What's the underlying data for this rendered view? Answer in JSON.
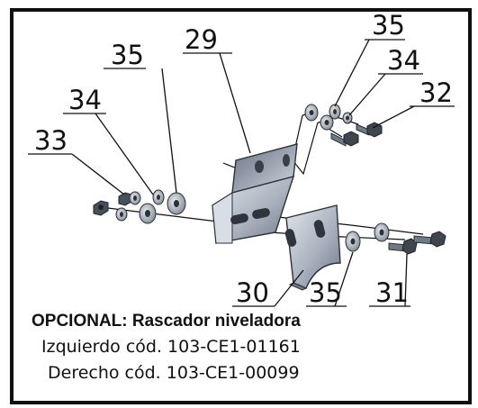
{
  "callouts": {
    "c29": "29",
    "c35_top_right": "35",
    "c34_top_right": "34",
    "c32": "32",
    "c35_left": "35",
    "c34_left": "34",
    "c33": "33",
    "c30": "30",
    "c35_bottom": "35",
    "c31": "31"
  },
  "caption": {
    "title": "OPCIONAL: Rascador niveladora",
    "line1": "Izquierdo cód. 103-CE1-01161",
    "line2": "Derecho cód. 103-CE1-00099"
  },
  "colors": {
    "frame": "#111111",
    "plate_dark": "#5a6371",
    "plate_light": "#c5cdd8",
    "plate_mid": "#8e98a6",
    "hardware": "#3f4650"
  }
}
